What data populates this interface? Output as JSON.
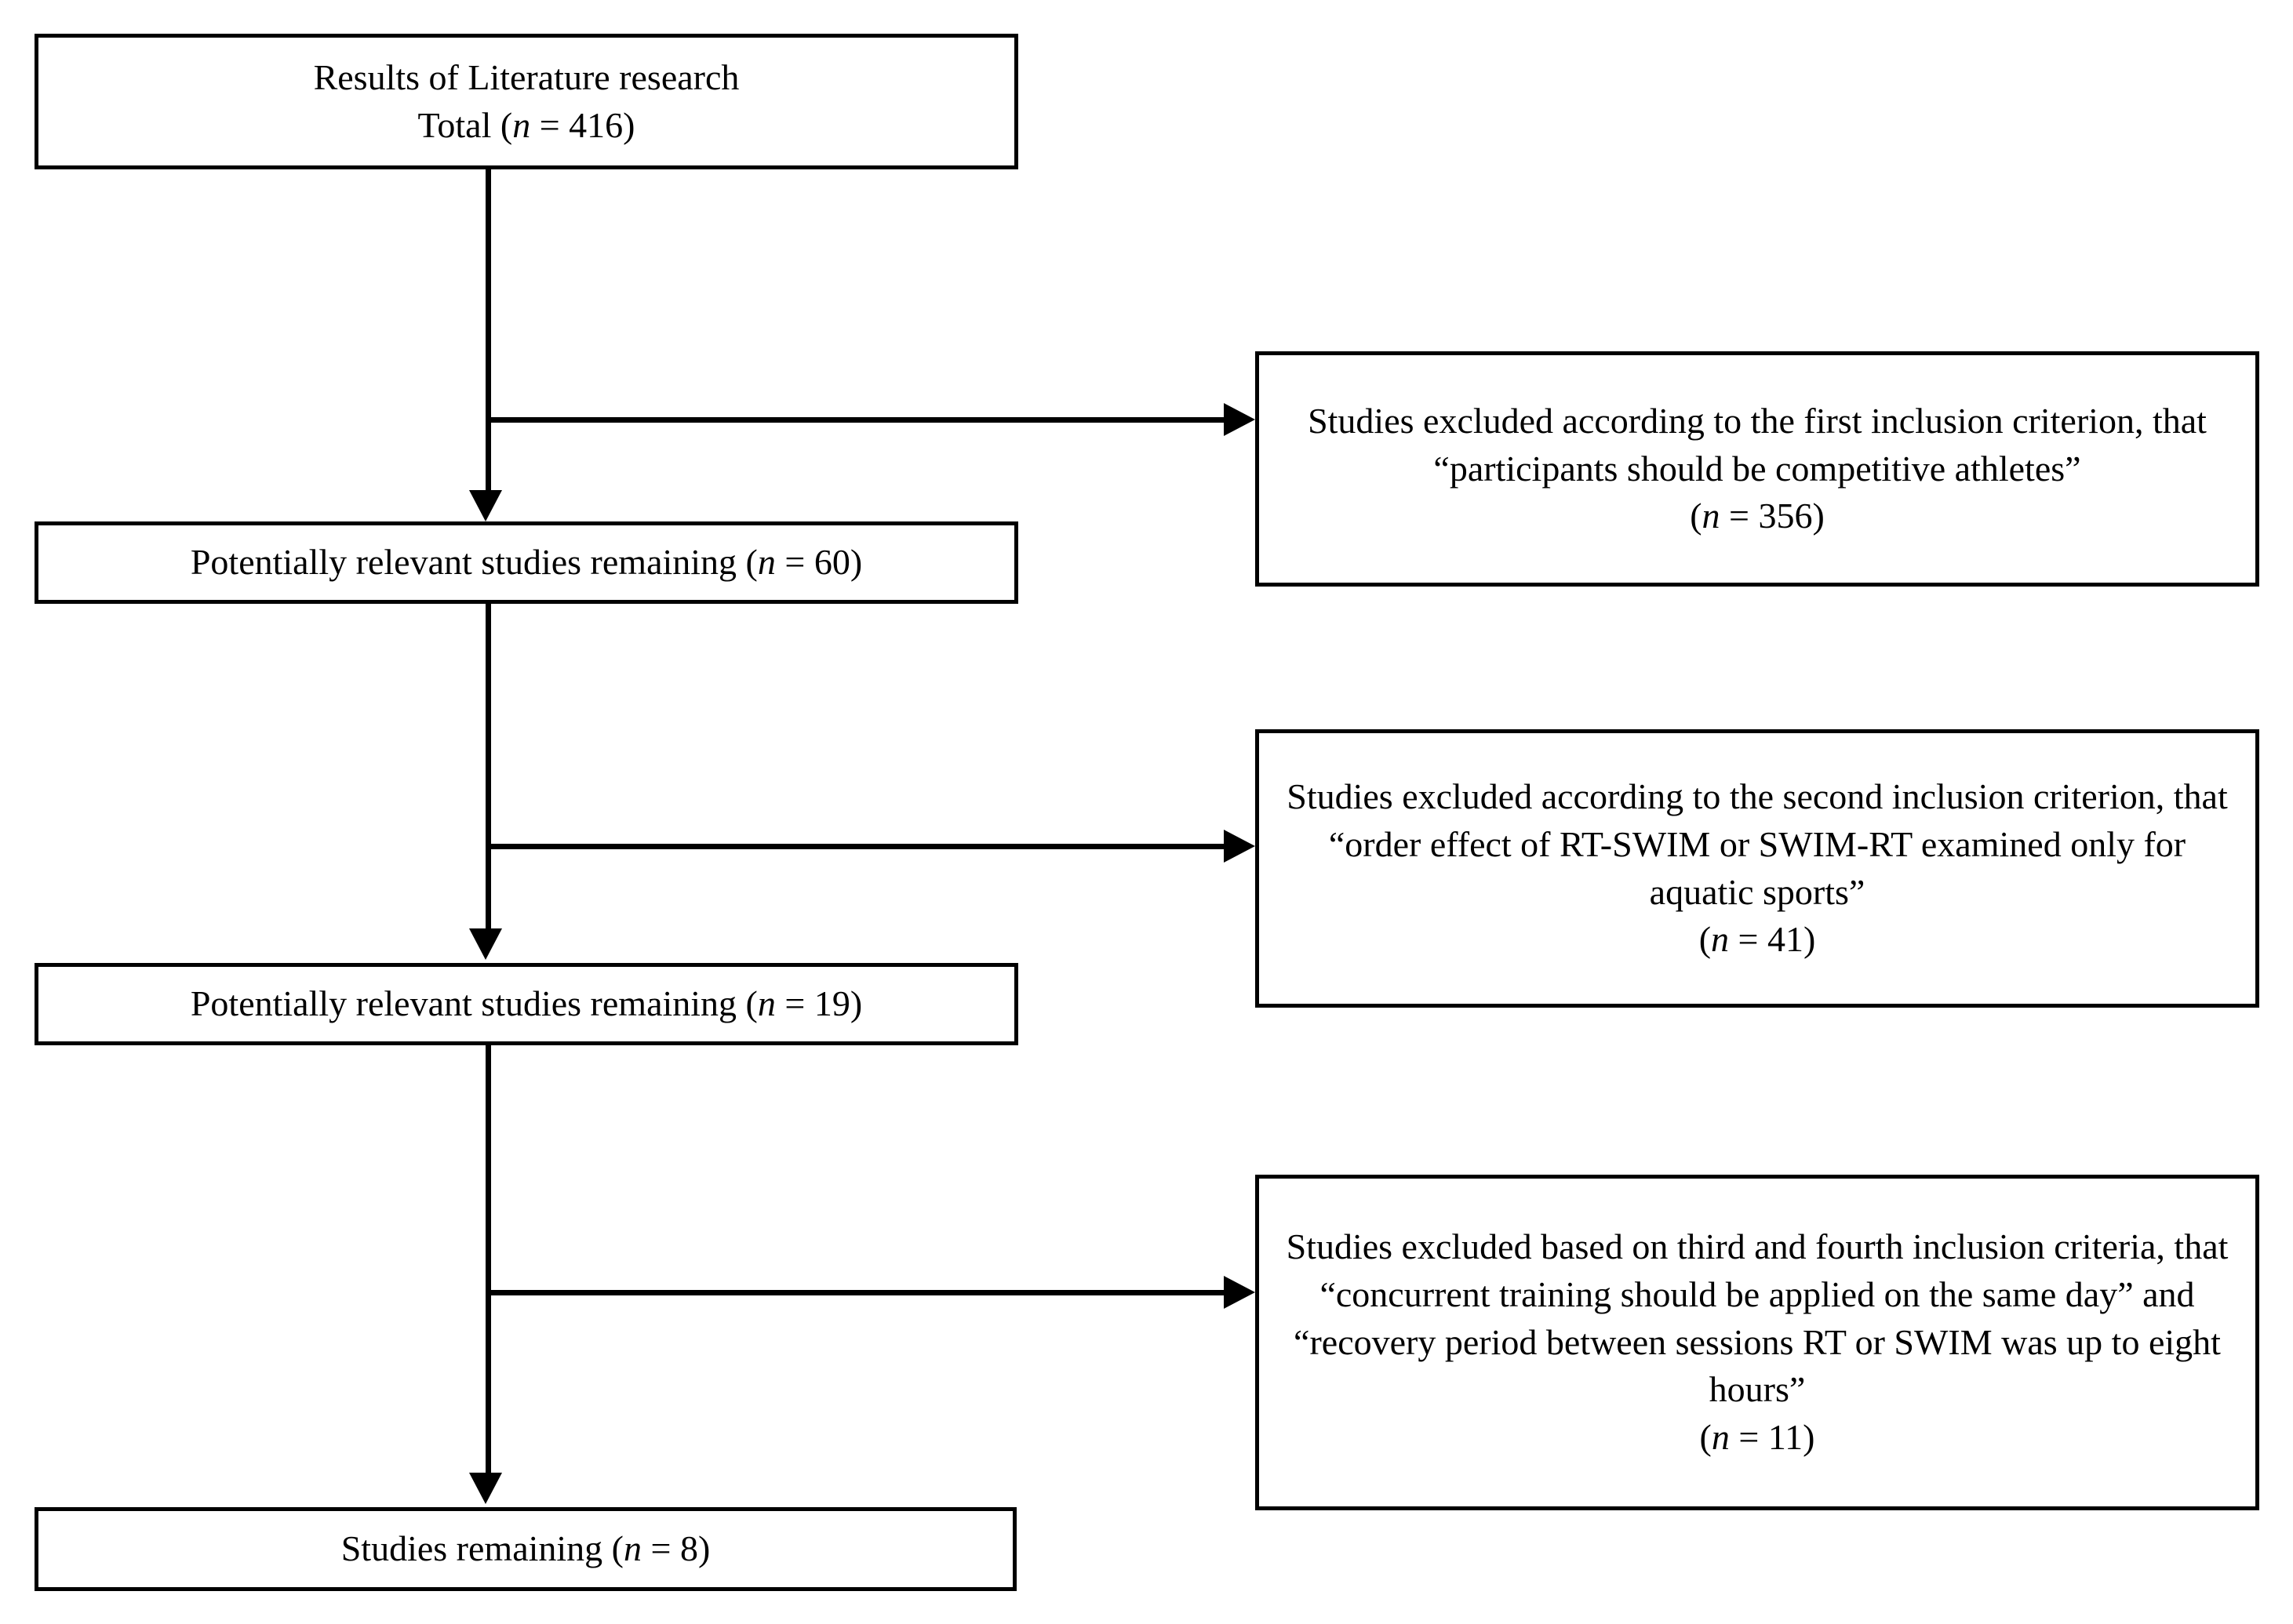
{
  "diagram": {
    "type": "prisma-study-selection-flowchart",
    "orientation": "top-to-bottom with right-side exclusion branches",
    "colors": {
      "background": "#ffffff",
      "box_border": "#000000",
      "text": "#000000",
      "connector": "#000000"
    },
    "nodes": {
      "results": {
        "id": "results-of-literature-research",
        "text": "Results of Literature research\nTotal (n = 416)",
        "line1": "Results of Literature research",
        "line2": "Total (n = 416)",
        "n": 416
      },
      "remaining_60": {
        "id": "potentially-relevant-studies-remaining-60",
        "text": "Potentially relevant studies remaining (n = 60)",
        "n": 60
      },
      "remaining_19": {
        "id": "potentially-relevant-studies-remaining-19",
        "text": "Potentially relevant studies remaining (n = 19)",
        "n": 19
      },
      "studies_8": {
        "id": "studies-remaining-8",
        "text": "Studies remaining (n = 8)",
        "n": 8
      },
      "excluded_356": {
        "id": "studies-excluded-first-criterion",
        "text": "Studies excluded according to the first inclusion criterion, that “participants should be competitive athletes”\n(n = 356)",
        "body": "Studies excluded according to the first inclusion criterion, that “participants should be competitive athletes”",
        "count_label": "(n = 356)",
        "n": 356
      },
      "excluded_41": {
        "id": "studies-excluded-second-criterion",
        "text": "Studies excluded according to the second inclusion criterion, that “order effect of RT-SWIM or SWIM-RT examined only for aquatic sports”\n(n = 41)",
        "body": "Studies excluded according to the second inclusion criterion, that “order effect of RT-SWIM or SWIM-RT examined only for aquatic sports”",
        "count_label": "(n = 41)",
        "n": 41
      },
      "excluded_11": {
        "id": "studies-excluded-third-fourth-criteria",
        "text": "Studies excluded based on third and fourth inclusion criteria, that “concurrent training should be applied on the same day” and “recovery period between sessions RT or SWIM was up to eight hours”\n(n = 11)",
        "body": "Studies excluded based on third and fourth inclusion criteria, that “concurrent training should be applied on the same day” and “recovery period between sessions RT or SWIM was up to eight hours”",
        "count_label": "(n = 11)",
        "n": 11
      }
    },
    "edges": [
      {
        "id": "edge-results-to-remaining-60",
        "from": "results",
        "to": "remaining_60",
        "direction": "down"
      },
      {
        "id": "edge-results-to-excluded-356",
        "from": "results",
        "to": "excluded_356",
        "direction": "right"
      },
      {
        "id": "edge-remaining-60-to-remaining-19",
        "from": "remaining_60",
        "to": "remaining_19",
        "direction": "down"
      },
      {
        "id": "edge-remaining-60-to-excluded-41",
        "from": "remaining_60",
        "to": "excluded_41",
        "direction": "right"
      },
      {
        "id": "edge-remaining-19-to-studies-8",
        "from": "remaining_19",
        "to": "studies_8",
        "direction": "down"
      },
      {
        "id": "edge-remaining-19-to-excluded-11",
        "from": "remaining_19",
        "to": "excluded_11",
        "direction": "right"
      }
    ]
  }
}
